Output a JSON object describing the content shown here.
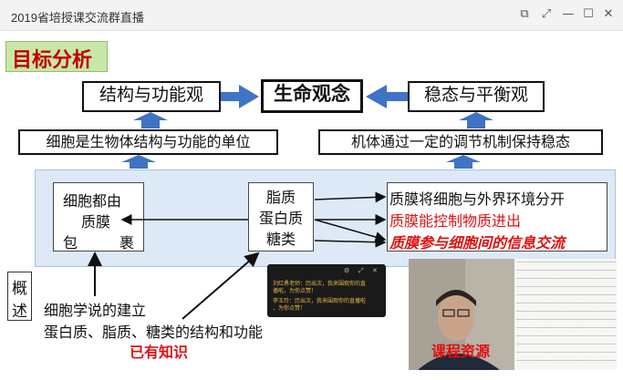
{
  "window": {
    "title": "2019省培授课交流群直播",
    "controls": [
      {
        "name": "restore-window-icon",
        "glyph": "⧉"
      },
      {
        "name": "fullscreen-icon",
        "glyph": "⤢"
      },
      {
        "name": "minimize-icon",
        "glyph": "—"
      },
      {
        "name": "maximize-icon",
        "glyph": "☐"
      },
      {
        "name": "close-icon",
        "glyph": "✕"
      }
    ]
  },
  "slide": {
    "heading": "目标分析",
    "top_left": "结构与功能观",
    "top_center": "生命观念",
    "top_right": "稳态与平衡观",
    "mid_left": "细胞是生物体结构与功能的单位",
    "mid_right": "机体通过一定的调节机制保持稳态",
    "panel": {
      "cell_box_line1": "细胞都由",
      "cell_box_line2": "质膜",
      "cell_box_line3a": "包",
      "cell_box_line3b": "裹",
      "chem_line1": "脂质",
      "chem_line2": "蛋白质",
      "chem_line3": "糖类",
      "func1": "质膜将细胞与外界环境分开",
      "func2": "质膜能控制物质进出",
      "func3": "质膜参与细胞间的信息交流"
    },
    "overview_label_1": "概",
    "overview_label_2": "述",
    "prior_1": "细胞学说的建立",
    "prior_2": "蛋白质、脂质、糖类的结构和功能",
    "prior_knowledge": "已有知识",
    "course_resources": "课程资源"
  },
  "live_overlay": {
    "msg1a": "刘红勇老师：历出次，我来围观你的直",
    "msg1b": "播啦，为你点赞！",
    "msg2a": "李玉玲：历出次，我来围观你的直播啦",
    "msg2b": "，为你点赞！"
  },
  "colors": {
    "arrow_blue": "#3f73c4",
    "accent_red": "#e01010",
    "panel_bg": "#dde9f6",
    "heading_bg": "#c8e7a8"
  }
}
